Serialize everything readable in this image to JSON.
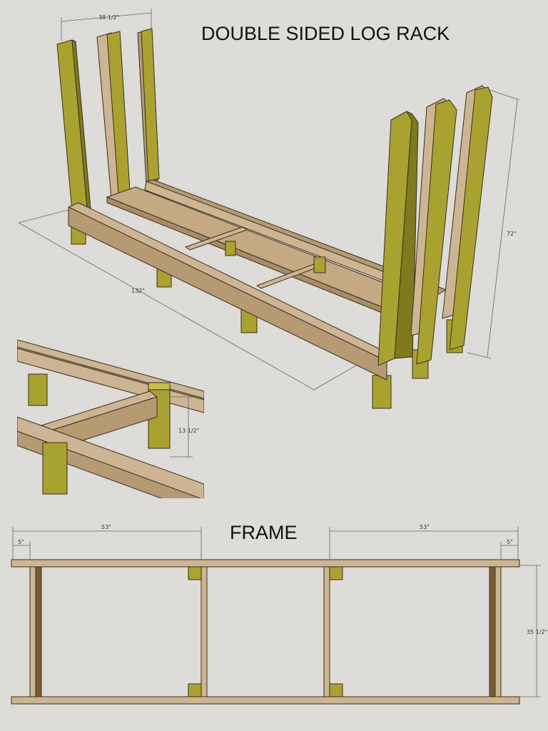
{
  "title": "DOUBLE SIDED LOG RACK",
  "frame_title": "FRAME",
  "dimensions": {
    "post_spacing": "38 1/2\"",
    "height": "72\"",
    "length": "132\"",
    "leg_height": "13 1/2\"",
    "frame_left_span": "53\"",
    "frame_right_span": "53\"",
    "frame_left_offset": "5\"",
    "frame_right_offset": "5\"",
    "frame_depth": "35 1/2\""
  },
  "colors": {
    "background": "#dedcd8",
    "wood_top": "#cdb594",
    "wood_side": "#b59a74",
    "post_yellow": "#a9a231",
    "post_yellow_dark": "#7f7a1e"
  }
}
